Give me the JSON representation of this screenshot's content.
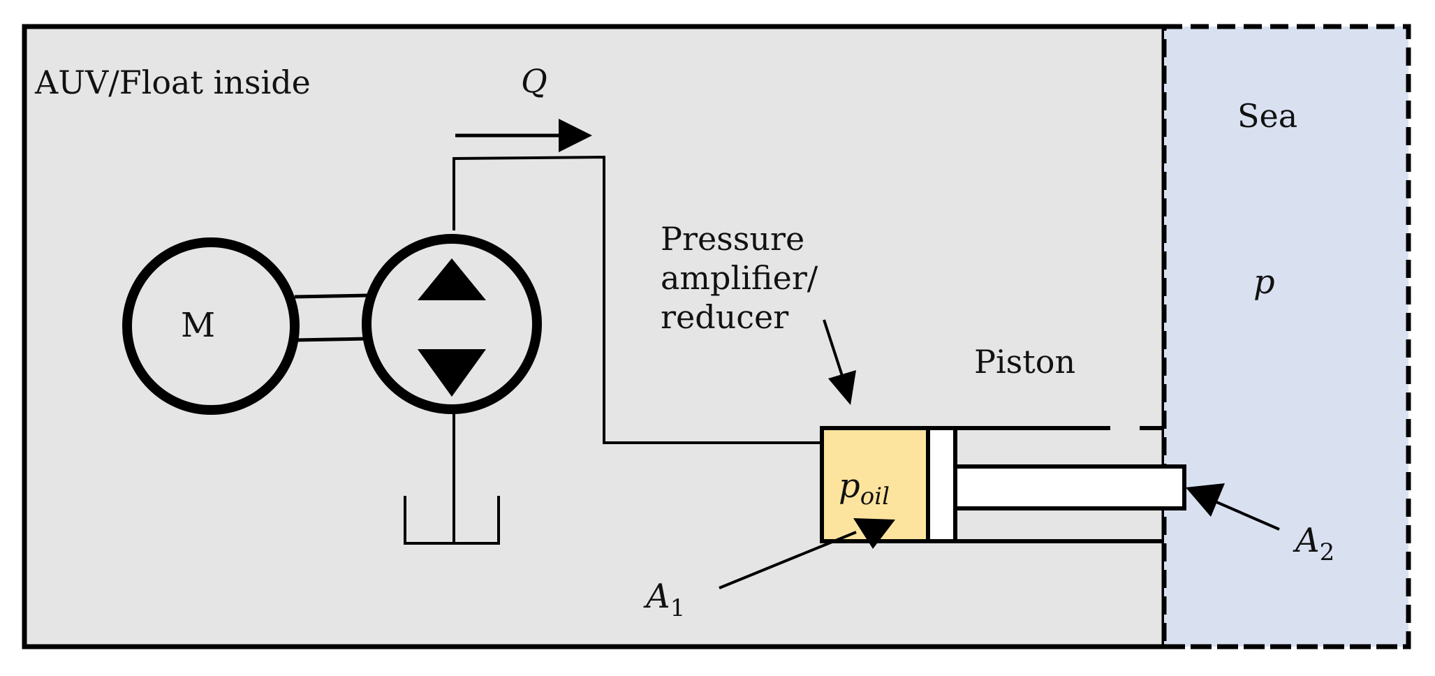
{
  "labels": {
    "inside": "AUV/Float inside",
    "sea": "Sea",
    "flow": "Q",
    "motor": "M",
    "amplifier_line1": "Pressure",
    "amplifier_line2": "amplifier/",
    "amplifier_line3": "reducer",
    "piston": "Piston",
    "sea_pressure": "p",
    "oil_pressure": "p",
    "oil_pressure_sub": "oil",
    "area1": "A",
    "area1_sub": "1",
    "area2": "A",
    "area2_sub": "2"
  },
  "colors": {
    "inside_fill": "#e5e5e5",
    "sea_fill": "#d9e1f1",
    "oil_fill": "#fde49e",
    "line": "#000000",
    "piston_fill": "#ffffff"
  }
}
